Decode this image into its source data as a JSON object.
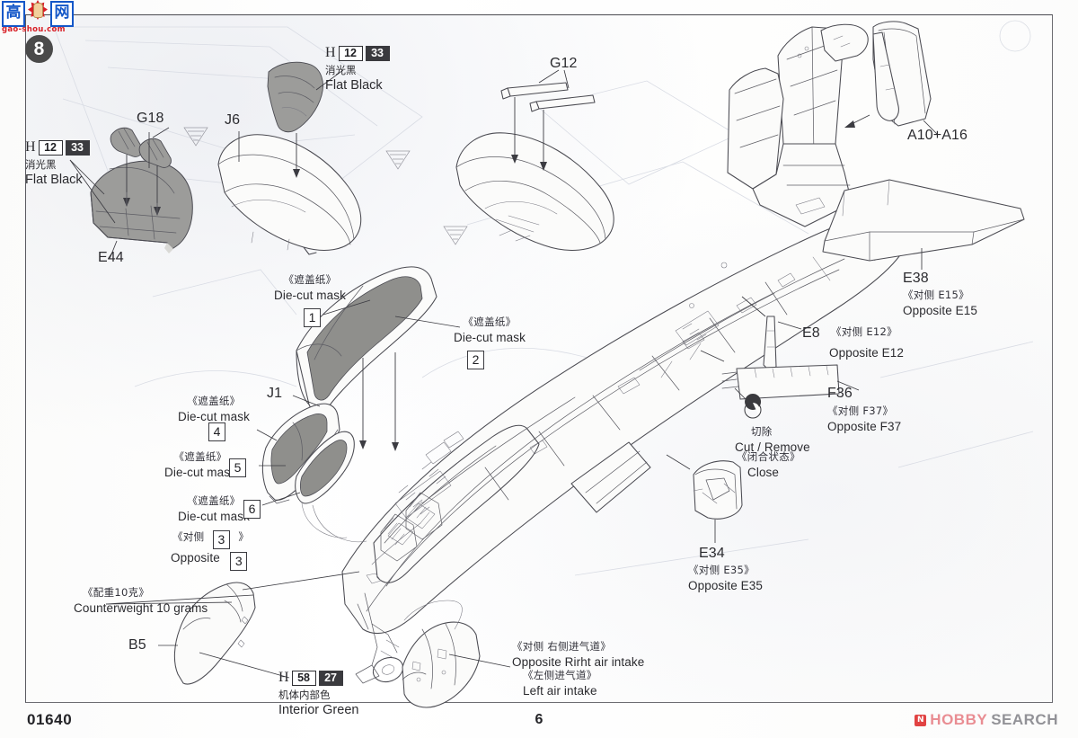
{
  "page": {
    "kit_number": "01640",
    "page_number": "6",
    "step_number": "8"
  },
  "site_logo": {
    "char1": "高",
    "char2": "网",
    "url": "gao-shou.com",
    "icon": "fist-star-icon"
  },
  "watermark": {
    "mark": "N",
    "hobby": "HOBBY",
    "search": "SEARCH"
  },
  "paint_codes": [
    {
      "id": "paint-flat-black-left",
      "brand": "H",
      "code_light": "12",
      "code_dark": "33",
      "name_cn": "消光黑",
      "name_en": "Flat Black"
    },
    {
      "id": "paint-flat-black-top",
      "brand": "H",
      "code_light": "12",
      "code_dark": "33",
      "name_cn": "消光黑",
      "name_en": "Flat Black"
    },
    {
      "id": "paint-interior-green",
      "brand": "H",
      "code_light": "58",
      "code_dark": "27",
      "name_cn": "机体内部色",
      "name_en": "Interior Green"
    }
  ],
  "part_labels": [
    {
      "id": "part-g18",
      "text": "G18"
    },
    {
      "id": "part-e44",
      "text": "E44"
    },
    {
      "id": "part-j6",
      "text": "J6"
    },
    {
      "id": "part-g12",
      "text": "G12"
    },
    {
      "id": "part-a10-a16",
      "text": "A10+A16"
    },
    {
      "id": "part-j1",
      "text": "J1"
    },
    {
      "id": "part-b5",
      "text": "B5"
    },
    {
      "id": "part-e38",
      "text": "E38"
    },
    {
      "id": "part-e8",
      "text": "E8"
    },
    {
      "id": "part-f36",
      "text": "F36"
    },
    {
      "id": "part-e34",
      "text": "E34"
    }
  ],
  "opposite_notes": [
    {
      "id": "opposite-e15",
      "cn": "《对侧 E15》",
      "en": "Opposite E15"
    },
    {
      "id": "opposite-e12",
      "cn": "《对侧 E12》",
      "en": "Opposite E12"
    },
    {
      "id": "opposite-f37",
      "cn": "《对侧 F37》",
      "en": "Opposite F37"
    },
    {
      "id": "opposite-e35",
      "cn": "《对侧 E35》",
      "en": "Opposite E35"
    }
  ],
  "mask_notes": [
    {
      "id": "mask-1",
      "cn": "《遮盖纸》",
      "en": "Die-cut mask",
      "num": "1"
    },
    {
      "id": "mask-2",
      "cn": "《遮盖纸》",
      "en": "Die-cut mask",
      "num": "2"
    },
    {
      "id": "mask-4",
      "cn": "《遮盖纸》",
      "en": "Die-cut mask",
      "num": "4"
    },
    {
      "id": "mask-5",
      "cn": "《遮盖纸》",
      "en": "Die-cut mask",
      "num": "5"
    },
    {
      "id": "mask-6",
      "cn": "《遮盖纸》",
      "en": "Die-cut mask",
      "num": "6"
    }
  ],
  "mask_opposite": {
    "cn_prefix": "《对侧",
    "cn_suffix": "》",
    "en": "Opposite",
    "num": "3"
  },
  "instructions": [
    {
      "id": "cut-remove",
      "cn": "切除",
      "en": "Cut / Remove"
    },
    {
      "id": "close-state",
      "cn": "《闭合状态》",
      "en": "Close"
    },
    {
      "id": "counterweight",
      "cn": "《配重10克》",
      "en": "Counterweight 10 grams"
    },
    {
      "id": "right-air-intake",
      "cn": "《对侧 右侧进气道》",
      "en": "Opposite Rirht air intake"
    },
    {
      "id": "left-air-intake",
      "cn": "《左侧进气道》",
      "en": "Left air intake"
    }
  ],
  "colors": {
    "line": "#4b4b52",
    "mask_grey": "#8f8f8c",
    "part_grey": "#9c9c9a",
    "logo_blue": "#1457c8",
    "logo_red": "#d81f26",
    "watermark_pink": "#e8888e"
  }
}
